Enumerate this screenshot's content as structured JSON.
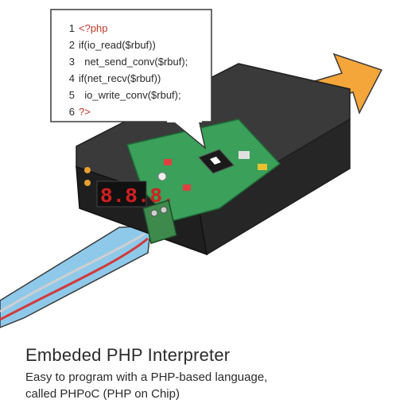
{
  "code_lines": [
    {
      "num": "1",
      "text": "<?php",
      "tag": true
    },
    {
      "num": "2",
      "text": "if(io_read($rbuf))",
      "tag": false
    },
    {
      "num": "3",
      "text": "  net_send_conv($rbuf);",
      "tag": false
    },
    {
      "num": "4",
      "text": "if(net_recv($rbuf))",
      "tag": false
    },
    {
      "num": "5",
      "text": "  io_write_conv($rbuf);",
      "tag": false
    },
    {
      "num": "6",
      "text": "?>",
      "tag": true
    }
  ],
  "caption": {
    "title": "Embeded PHP Interpreter",
    "line1": "Easy to program with a PHP-based language,",
    "line2": "called PHPoC (PHP on Chip)"
  },
  "display_digits": "8.8.8.",
  "colors": {
    "arrow_in": "#8ec9ea",
    "arrow_out": "#f4a63a",
    "board": "#3aa05a",
    "case": "#2c2c2c",
    "terminal": "#3e8a4c",
    "display": "#d42020"
  }
}
